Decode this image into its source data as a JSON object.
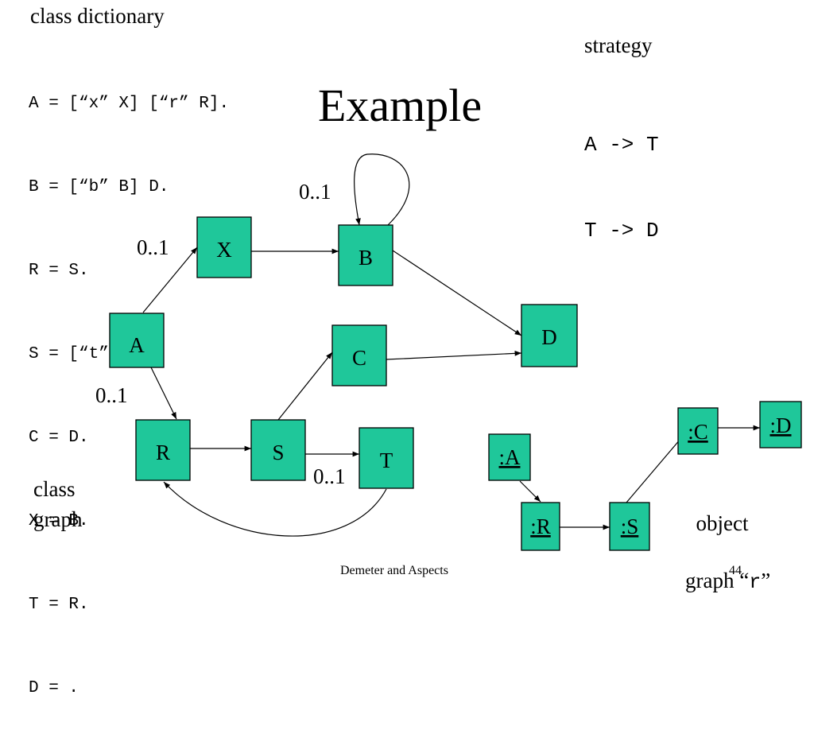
{
  "class_dictionary": {
    "heading": "class dictionary",
    "lines": [
      "A = [“x” X] [“r” R].",
      "B = [“b” B] D.",
      "R = S.",
      "S = [“t” T] C",
      "C = D.",
      "X = B.",
      "T = R.",
      "D = ."
    ]
  },
  "title": "Example",
  "strategy": {
    "heading": "strategy",
    "lines": [
      "A -> T",
      "T -> D"
    ]
  },
  "class_graph": {
    "label": "class\ngraph",
    "nodes": {
      "A": "A",
      "X": "X",
      "B": "B",
      "C": "C",
      "D": "D",
      "R": "R",
      "S": "S",
      "T": "T"
    },
    "multiplicities": {
      "B_self": "0..1",
      "A_X": "0..1",
      "A_R": "0..1",
      "S_T": "0..1"
    }
  },
  "object_graph": {
    "label_line1": "object",
    "label_line2_prefix": "graph ",
    "label_quote_open": "“",
    "label_quote_text": "r",
    "label_quote_close": "”",
    "nodes": {
      "A": ":A",
      "R": ":R",
      "S": ":S",
      "C": ":C",
      "D": ":D"
    }
  },
  "footer": {
    "text": "Demeter and Aspects",
    "page": "44"
  }
}
